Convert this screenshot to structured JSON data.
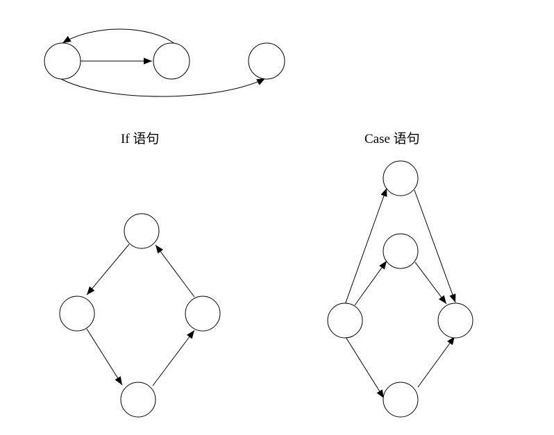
{
  "labels": {
    "if_caption": "If 语句",
    "case_caption": "Case 语句"
  },
  "colors": {
    "stroke": "#000000",
    "node_fill": "#ffffff",
    "background": "#ffffff"
  },
  "diagrams": {
    "top": {
      "nodes": [
        "top-node-1",
        "top-node-2",
        "top-node-3"
      ],
      "edges": [
        {
          "from": "top-node-1",
          "to": "top-node-2"
        },
        {
          "from": "top-node-2",
          "to": "top-node-1"
        },
        {
          "from": "top-node-1",
          "to": "top-node-3"
        }
      ]
    },
    "if": {
      "nodes": [
        "if-node-top",
        "if-node-left",
        "if-node-right",
        "if-node-bottom"
      ],
      "edges": [
        {
          "from": "if-node-top",
          "to": "if-node-left"
        },
        {
          "from": "if-node-left",
          "to": "if-node-bottom"
        },
        {
          "from": "if-node-bottom",
          "to": "if-node-right"
        },
        {
          "from": "if-node-right",
          "to": "if-node-top"
        }
      ]
    },
    "case": {
      "nodes": [
        "case-node-left",
        "case-node-top",
        "case-node-mid",
        "case-node-bottom",
        "case-node-right"
      ],
      "edges": [
        {
          "from": "case-node-left",
          "to": "case-node-top"
        },
        {
          "from": "case-node-left",
          "to": "case-node-mid"
        },
        {
          "from": "case-node-left",
          "to": "case-node-bottom"
        },
        {
          "from": "case-node-top",
          "to": "case-node-right"
        },
        {
          "from": "case-node-mid",
          "to": "case-node-right"
        },
        {
          "from": "case-node-bottom",
          "to": "case-node-right"
        }
      ]
    }
  }
}
